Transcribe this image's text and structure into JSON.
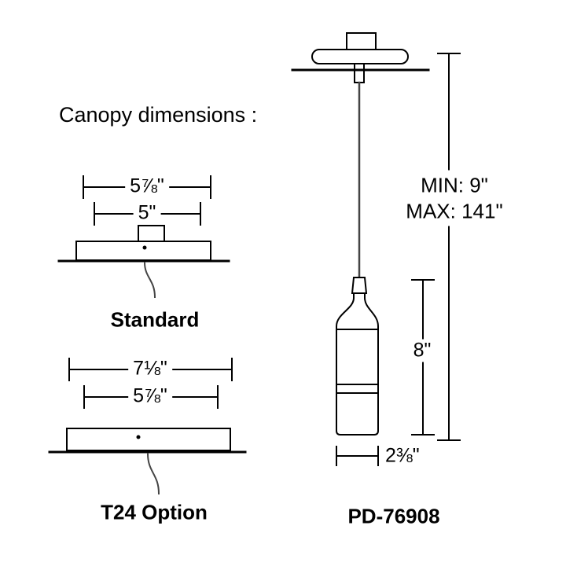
{
  "title": "Canopy dimensions :",
  "standard": {
    "outer_dim": "5⅞\"",
    "inner_dim": "5\"",
    "label": "Standard"
  },
  "t24": {
    "outer_dim": "7⅛\"",
    "inner_dim": "5⅞\"",
    "label": "T24 Option"
  },
  "pendant": {
    "min_height": "MIN: 9\"",
    "max_height": "MAX: 141\"",
    "glass_height": "8\"",
    "glass_width": "2⅜\"",
    "model": "PD-76908"
  },
  "colors": {
    "line": "#000000",
    "cord": "#444444",
    "background": "#ffffff"
  }
}
